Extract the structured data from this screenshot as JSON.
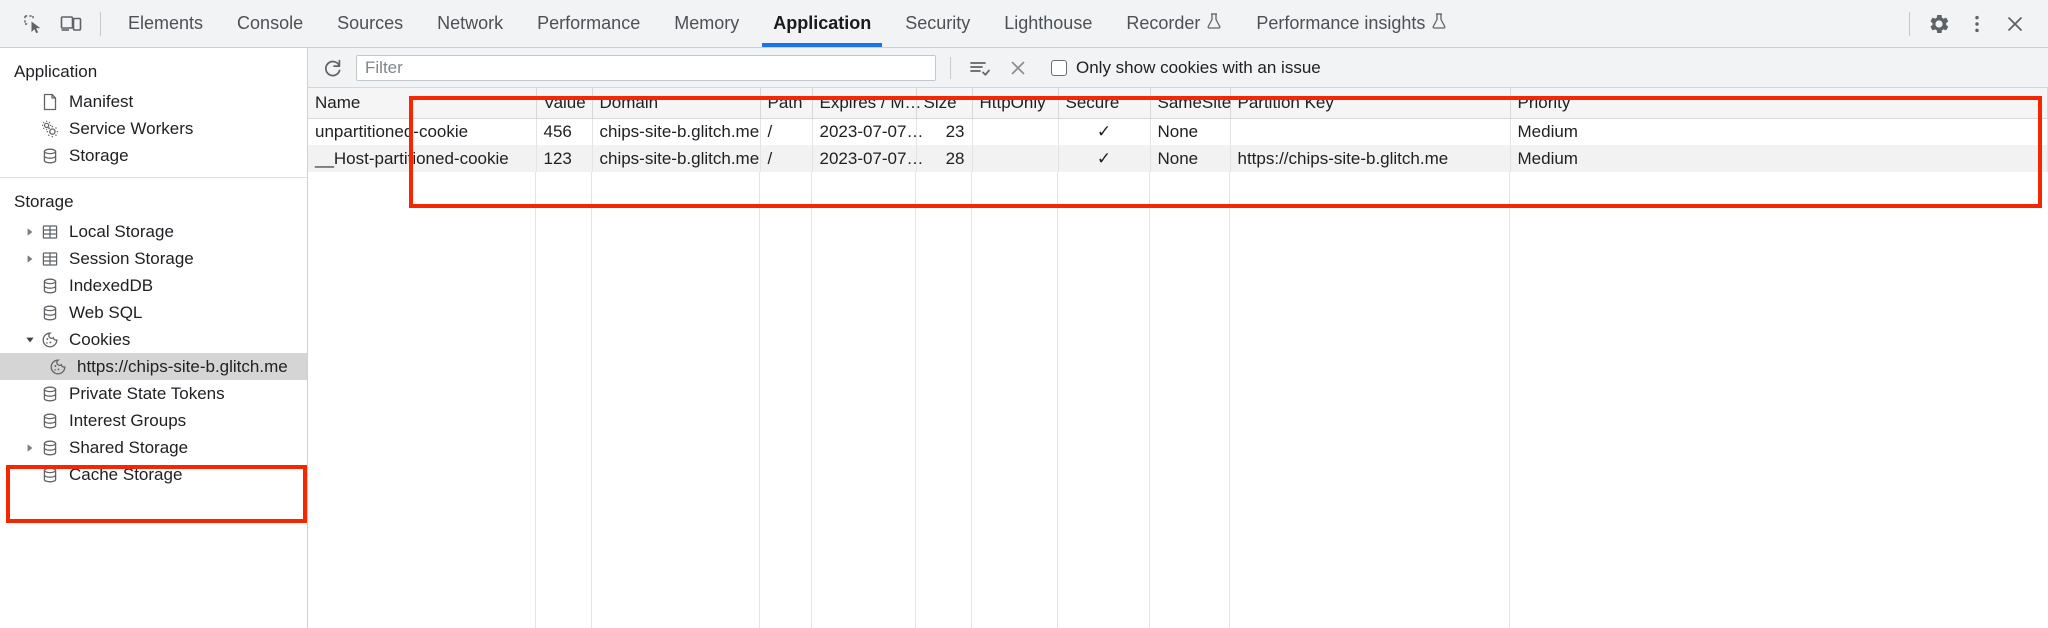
{
  "toolbar": {
    "inspect_icon": "inspect-element-icon",
    "device_icon": "device-toolbar-icon",
    "tabs": [
      {
        "label": "Elements",
        "active": false,
        "experimental": false
      },
      {
        "label": "Console",
        "active": false,
        "experimental": false
      },
      {
        "label": "Sources",
        "active": false,
        "experimental": false
      },
      {
        "label": "Network",
        "active": false,
        "experimental": false
      },
      {
        "label": "Performance",
        "active": false,
        "experimental": false
      },
      {
        "label": "Memory",
        "active": false,
        "experimental": false
      },
      {
        "label": "Application",
        "active": true,
        "experimental": false
      },
      {
        "label": "Security",
        "active": false,
        "experimental": false
      },
      {
        "label": "Lighthouse",
        "active": false,
        "experimental": false
      },
      {
        "label": "Recorder",
        "active": false,
        "experimental": true
      },
      {
        "label": "Performance insights",
        "active": false,
        "experimental": true
      }
    ],
    "settings_label": "settings-icon",
    "more_label": "more-options-icon",
    "close_label": "close-icon",
    "accent_color": "#1a73e8"
  },
  "sidebar": {
    "sections": [
      {
        "title": "Application",
        "items": [
          {
            "label": "Manifest",
            "icon": "manifest-icon",
            "twisty": "none",
            "selected": false,
            "child": false
          },
          {
            "label": "Service Workers",
            "icon": "service-workers-icon",
            "twisty": "none",
            "selected": false,
            "child": false
          },
          {
            "label": "Storage",
            "icon": "database-icon",
            "twisty": "none",
            "selected": false,
            "child": false
          }
        ]
      },
      {
        "title": "Storage",
        "items": [
          {
            "label": "Local Storage",
            "icon": "table-icon",
            "twisty": "collapsed",
            "selected": false,
            "child": false
          },
          {
            "label": "Session Storage",
            "icon": "table-icon",
            "twisty": "collapsed",
            "selected": false,
            "child": false
          },
          {
            "label": "IndexedDB",
            "icon": "database-icon",
            "twisty": "none",
            "selected": false,
            "child": false
          },
          {
            "label": "Web SQL",
            "icon": "database-icon",
            "twisty": "none",
            "selected": false,
            "child": false
          },
          {
            "label": "Cookies",
            "icon": "cookie-icon",
            "twisty": "expanded",
            "selected": false,
            "child": false
          },
          {
            "label": "https://chips-site-b.glitch.me",
            "icon": "cookie-icon",
            "twisty": "none",
            "selected": true,
            "child": true
          },
          {
            "label": "Private State Tokens",
            "icon": "database-icon",
            "twisty": "none",
            "selected": false,
            "child": false
          },
          {
            "label": "Interest Groups",
            "icon": "database-icon",
            "twisty": "none",
            "selected": false,
            "child": false
          },
          {
            "label": "Shared Storage",
            "icon": "database-icon",
            "twisty": "collapsed",
            "selected": false,
            "child": false
          },
          {
            "label": "Cache Storage",
            "icon": "database-icon",
            "twisty": "none",
            "selected": false,
            "child": false
          }
        ]
      }
    ]
  },
  "filterbar": {
    "refresh_icon": "refresh-icon",
    "filter_value": "",
    "filter_placeholder": "Filter",
    "clear_filters_icon": "clear-filters-icon",
    "clear_all_icon": "clear-all-cookies-icon",
    "checkbox_label": "Only show cookies with an issue",
    "checkbox_checked": false
  },
  "cookies_table": {
    "columns": [
      "Name",
      "Value",
      "Domain",
      "Path",
      "Expires / M…",
      "Size",
      "HttpOnly",
      "Secure",
      "SameSite",
      "Partition Key",
      "Priority"
    ],
    "rows": [
      {
        "Name": "unpartitioned-cookie",
        "Value": "456",
        "Domain": "chips-site-b.glitch.me",
        "Path": "/",
        "Expires / M…": "2023-07-07…",
        "Size": "23",
        "HttpOnly": "",
        "Secure": "✓",
        "SameSite": "None",
        "Partition Key": "",
        "Priority": "Medium"
      },
      {
        "Name": "__Host-partitioned-cookie",
        "Value": "123",
        "Domain": "chips-site-b.glitch.me",
        "Path": "/",
        "Expires / M…": "2023-07-07…",
        "Size": "28",
        "HttpOnly": "",
        "Secure": "✓",
        "SameSite": "None",
        "Partition Key": "https://chips-site-b.glitch.me",
        "Priority": "Medium"
      }
    ]
  },
  "annotations": {
    "highlight_color": "#f52600",
    "boxes": [
      {
        "name": "cookies-table-highlight"
      },
      {
        "name": "cookies-sidebar-highlight"
      }
    ]
  }
}
